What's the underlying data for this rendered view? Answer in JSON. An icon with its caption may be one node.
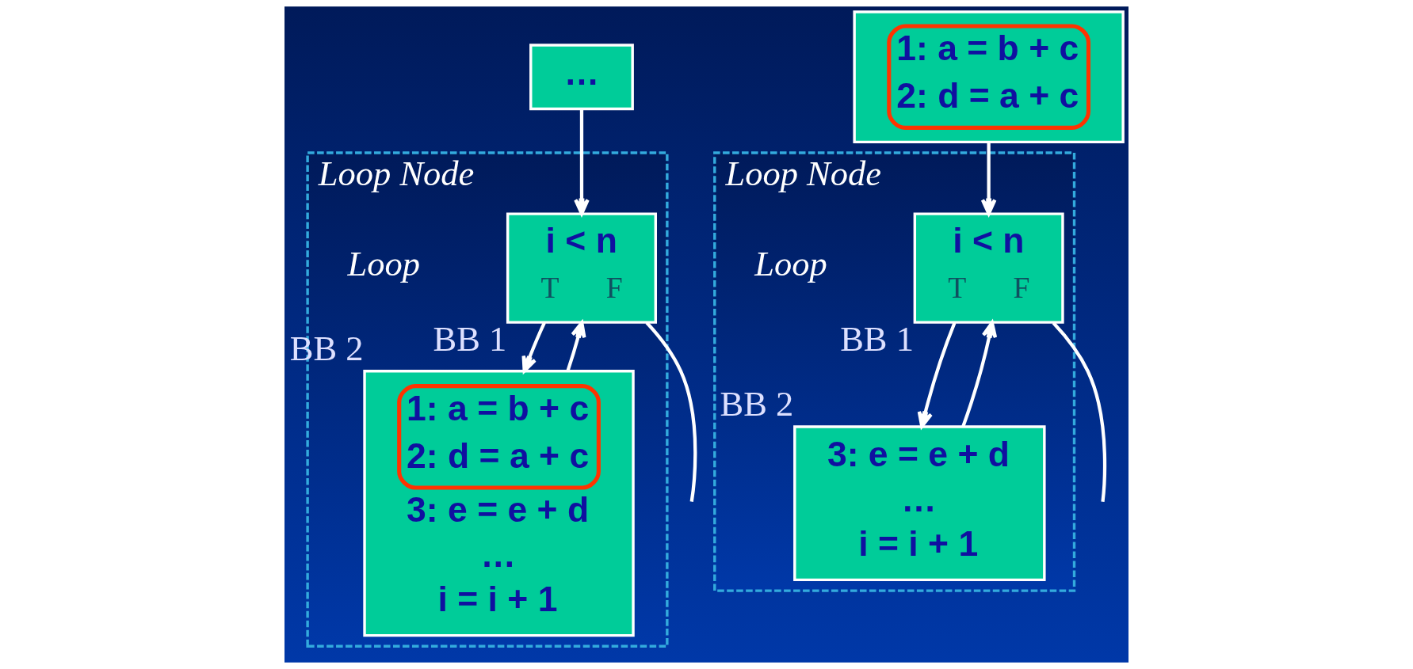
{
  "diagram": {
    "nodes": [
      {
        "text": [
          "…"
        ]
      },
      {
        "text": [
          "Loop Node"
        ]
      },
      {
        "text": [
          "i < n",
          "T",
          "F"
        ],
        "in": 1,
        "beside": [
          "BB 1"
        ]
      },
      {
        "text": [
          "1: a = b + c",
          "2: d = a + c",
          "3: e = e + d",
          "…",
          "i = i + 1"
        ],
        "in": 1,
        "beside": [
          "BB 2"
        ]
      },
      {
        "text": [
          "1: a = b + c",
          "2: d = a + c"
        ]
      },
      {
        "text": [
          "Loop Node"
        ]
      },
      {
        "text": [
          "i < n",
          "T",
          "F"
        ],
        "in": 5,
        "beside": [
          "BB 1"
        ]
      },
      {
        "text": [
          "3: e = e + d",
          "…",
          "i = i + 1"
        ],
        "in": 5,
        "beside": [
          "BB 2"
        ]
      }
    ],
    "edges": [
      {
        "from": 0,
        "to": 2,
        "arrow": "to"
      },
      {
        "from": 2,
        "to": 3,
        "arrow": "to"
      },
      {
        "from": 3,
        "to": 2,
        "arrow": "to"
      },
      {
        "from": 2,
        "to": null,
        "arrow": "none"
      },
      {
        "from": 4,
        "to": 6,
        "arrow": "to"
      },
      {
        "from": 6,
        "to": 7,
        "arrow": "to"
      },
      {
        "from": 7,
        "to": 6,
        "arrow": "to"
      },
      {
        "from": 6,
        "to": null,
        "arrow": "none"
      }
    ],
    "labels": [
      "Loop",
      "Loop"
    ]
  }
}
